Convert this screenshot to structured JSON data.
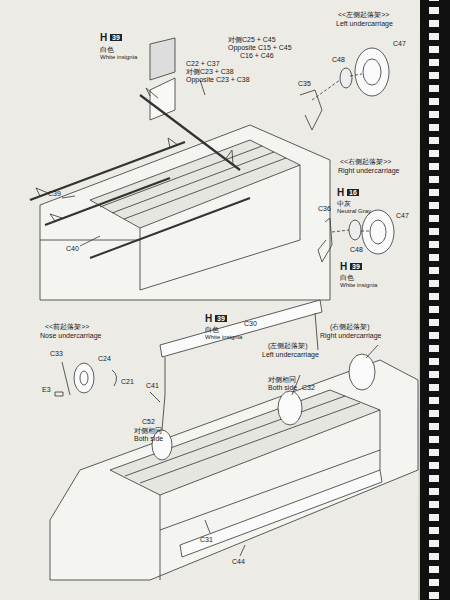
{
  "diagram": {
    "labels": [
      "H",
      "39",
      "白色",
      "White insignia",
      "对侧C25 + C45",
      "Opposite C15 + C45",
      "C16 + C46",
      "C22 + C37",
      "对侧C23 + C38",
      "Opposite C23 + C38",
      "<<左侧起落架>>",
      "Left undercarriage",
      "C47",
      "C48",
      "C35",
      "<<右侧起落架>>",
      "Right undercarriage",
      "H",
      "16",
      "中灰",
      "Neutral Gray",
      "C36",
      "C48",
      "C47",
      "H",
      "39",
      "白色",
      "White insignia",
      "C39",
      "C40",
      "H",
      "39",
      "白色",
      "White insignia",
      "C30",
      "<<前起落架>>",
      "Nose undercarriage",
      "C33",
      "C24",
      "E3",
      "C21",
      "C41",
      "C52",
      "对侧相同",
      "Both side",
      "(右侧起落架)",
      "Right undercarriage",
      "(左侧起落架)",
      "Left undercarriage",
      "对侧相同",
      "Both side",
      "C32",
      "C31",
      "C44"
    ]
  }
}
